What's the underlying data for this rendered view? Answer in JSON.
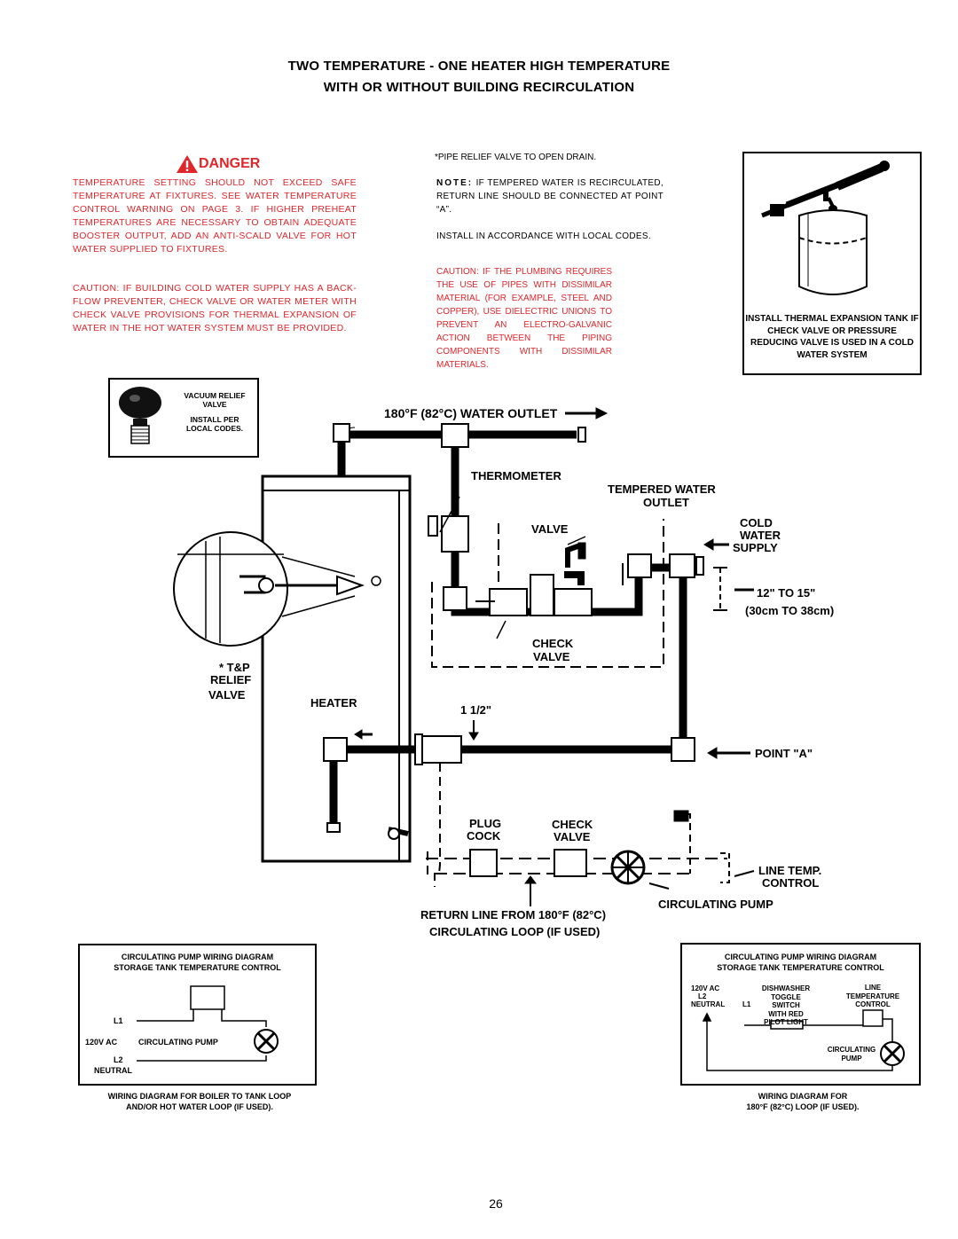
{
  "title": {
    "line1": "TWO TEMPERATURE - ONE HEATER HIGH TEMPERATURE",
    "line2": "WITH OR WITHOUT BUILDING RECIRCULATION"
  },
  "danger": {
    "heading": "DANGER",
    "text": "TEMPERATURE SETTING SHOULD NOT EXCEED SAFE TEMPERATURE AT FIXTURES. SEE WATER TEMPERATURE CONTROL WARNING ON PAGE 3. IF HIGHER PREHEAT TEMPERATURES ARE NECESSARY TO OBTAIN ADEQUATE BOOSTER OUTPUT, ADD AN ANTI-SCALD VALVE FOR HOT WATER SUPPLIED TO FIXTURES.",
    "caution": "CAUTION: IF BUILDING COLD WATER SUPPLY HAS A BACK-FLOW PREVENTER, CHECK VALVE OR WATER METER WITH CHECK VALVE PROVISIONS FOR THERMAL EXPANSION OF WATER IN THE HOT WATER SYSTEM MUST BE PROVIDED."
  },
  "notes": {
    "pipe_relief": "*PIPE RELIEF VALVE TO OPEN DRAIN.",
    "note_label": "NOTE:",
    "note_text": " IF TEMPERED WATER IS RECIRCULATED, RETURN LINE SHOULD BE CONNECTED AT POINT “A”.",
    "install": "INSTALL IN ACCORDANCE WITH LOCAL CODES.",
    "caution": "CAUTION: IF THE PLUMBING REQUIRES THE USE OF PIPES WITH DISSIMILAR MATERIAL (FOR EXAMPLE, STEEL AND COPPER), USE DIELECTRIC UNIONS TO PREVENT AN ELECTRO-GALVANIC ACTION BETWEEN THE PIPING COMPONENTS WITH DISSIMILAR MATERIALS."
  },
  "expansion_box": {
    "caption": "INSTALL THERMAL EXPANSION TANK IF CHECK VALVE OR PRESSURE REDUCING VALVE IS USED IN A COLD WATER SYSTEM"
  },
  "vacuum_box": {
    "line1": "VACUUM RELIEF",
    "line2": "VALVE",
    "line3": "INSTALL PER",
    "line4": "LOCAL CODES."
  },
  "diagram": {
    "water_outlet": "180°F (82°C) WATER OUTLET",
    "thermometer": "THERMOMETER",
    "tempered1": "TEMPERED WATER",
    "tempered2": "OUTLET",
    "valve": "VALVE",
    "cold1": "COLD",
    "cold2": "WATER",
    "cold3": "SUPPLY",
    "dim1": "12\" TO 15\"",
    "dim2": "(30cm TO 38cm)",
    "check1": "CHECK",
    "check2": "VALVE",
    "tp1": "* T&P",
    "tp2": "RELIEF",
    "tp3": "VALVE",
    "heater": "HEATER",
    "size": "1 1/2\"",
    "point_a": "POINT \"A\"",
    "plug1": "PLUG",
    "plug2": "COCK",
    "check_b1": "CHECK",
    "check_b2": "VALVE",
    "line_temp1": "LINE TEMP.",
    "line_temp2": "CONTROL",
    "circ_pump": "CIRCULATING PUMP",
    "return1": "RETURN LINE FROM 180°F (82°C)",
    "return2": "CIRCULATING LOOP (IF USED)"
  },
  "wiring_left": {
    "title1": "CIRCULATING PUMP WIRING DIAGRAM",
    "title2": "STORAGE TANK TEMPERATURE CONTROL",
    "l1": "L1",
    "ac": "120V AC",
    "pump": "CIRCULATING PUMP",
    "l2": "L2",
    "neutral": "NEUTRAL",
    "caption1": "WIRING DIAGRAM FOR BOILER TO TANK LOOP",
    "caption2": "AND/OR HOT WATER LOOP (IF USED)."
  },
  "wiring_right": {
    "title1": "CIRCULATING PUMP WIRING DIAGRAM",
    "title2": "STORAGE TANK TEMPERATURE CONTROL",
    "ac": "120V AC",
    "l2": "L2",
    "neutral": "NEUTRAL",
    "l1": "L1",
    "dw1": "DISHWASHER",
    "dw2": "TOGGLE",
    "dw3": "SWITCH",
    "dw4": "WITH RED",
    "pilot": "PILOT LIGHT",
    "lt1": "LINE",
    "lt2": "TEMPERATURE",
    "lt3": "CONTROL",
    "cp1": "CIRCULATING",
    "cp2": "PUMP",
    "caption1": "WIRING DIAGRAM FOR",
    "caption2": "180°F (82°C) LOOP (IF USED)."
  },
  "page_number": "26",
  "colors": {
    "danger_red": "#e0262b",
    "text": "#000000"
  }
}
